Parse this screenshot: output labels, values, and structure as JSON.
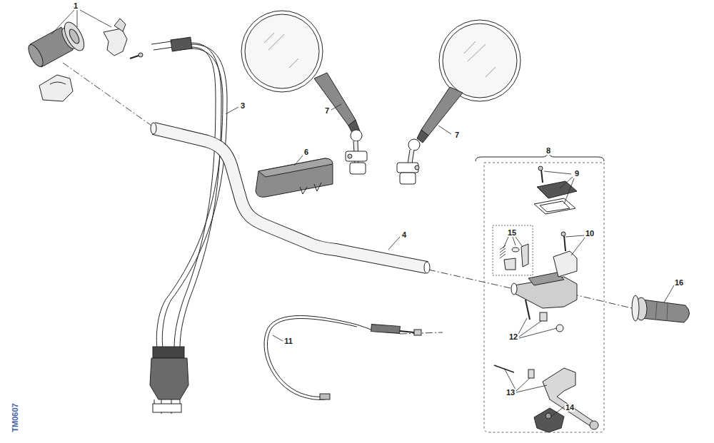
{
  "diagram": {
    "labels": [
      "1",
      "3",
      "7",
      "7",
      "6",
      "4",
      "8",
      "9",
      "15",
      "10",
      "16",
      "12",
      "11",
      "13",
      "14",
      "TM0607"
    ]
  }
}
